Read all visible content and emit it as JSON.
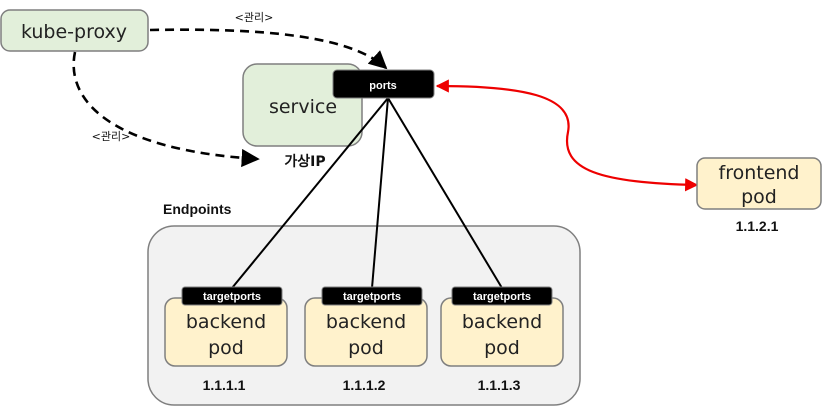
{
  "kube_proxy": {
    "label": "kube-proxy"
  },
  "manage_label_top": "<관리>",
  "manage_label_left": "<관리>",
  "service": {
    "label": "service",
    "ports_tag": "ports",
    "virtual_ip": "가상IP"
  },
  "frontend": {
    "line1": "frontend",
    "line2": "pod",
    "ip": "1.1.2.1"
  },
  "endpoints": {
    "title": "Endpoints",
    "pods": [
      {
        "tag": "targetports",
        "line1": "backend",
        "line2": "pod",
        "ip": "1.1.1.1"
      },
      {
        "tag": "targetports",
        "line1": "backend",
        "line2": "pod",
        "ip": "1.1.1.2"
      },
      {
        "tag": "targetports",
        "line1": "backend",
        "line2": "pod",
        "ip": "1.1.1.3"
      }
    ]
  },
  "colors": {
    "green_fill": "#e2efda",
    "green_stroke": "#7f7f7f",
    "yellow_fill": "#fff2cc",
    "endpoints_fill": "#f2f2f2",
    "red_arrow": "#ee0000",
    "tag_fill": "#000000"
  }
}
